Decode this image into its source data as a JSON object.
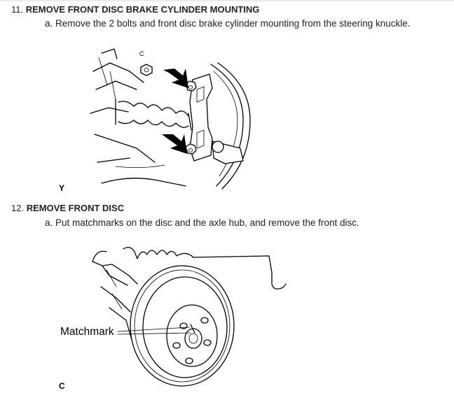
{
  "steps": [
    {
      "number": "11.",
      "title": "REMOVE FRONT DISC BRAKE CYLINDER MOUNTING",
      "substep": "a. Remove the 2 bolts and front disc brake cylinder mounting from the steering knuckle.",
      "figure_code": "Y"
    },
    {
      "number": "12.",
      "title": "REMOVE FRONT DISC",
      "substep": "a. Put matchmarks on the disc and the axle hub, and remove the front disc.",
      "figure_code": "C",
      "callout": "Matchmark"
    }
  ]
}
